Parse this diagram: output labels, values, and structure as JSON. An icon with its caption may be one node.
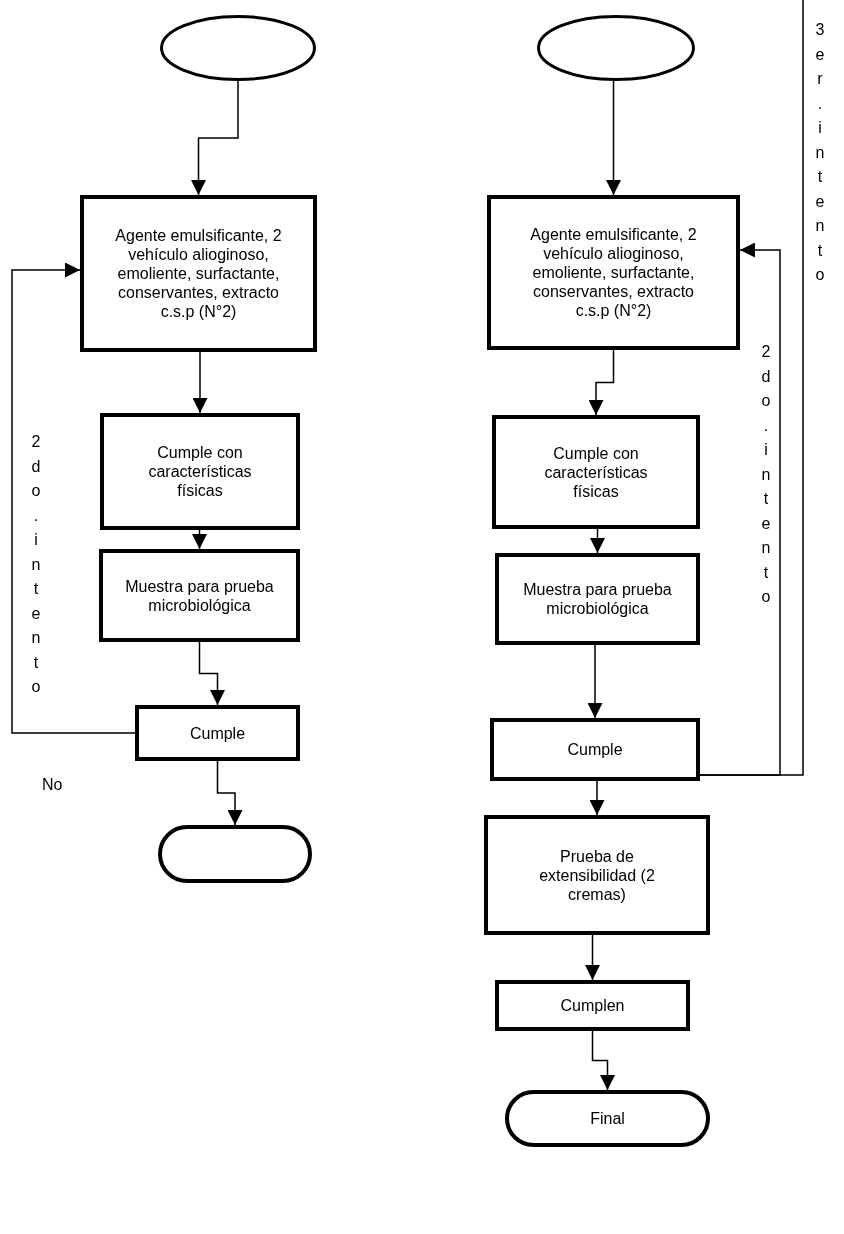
{
  "diagram": {
    "nodes": [
      {
        "text": [],
        "shape": "circle"
      },
      {
        "text": [
          "Agente emulsificante, 2 vehículo alioginoso, emoliente, surfactante, conservantes, extracto c.s.p (N°2)"
        ]
      },
      {
        "text": [
          "Cumple con características físicas"
        ]
      },
      {
        "text": [
          "Muestra para prueba microbiológica"
        ]
      },
      {
        "text": [
          "Cumple"
        ]
      },
      {
        "text": [],
        "shape": "terminator"
      },
      {
        "text": [],
        "shape": "circle"
      },
      {
        "text": [
          "Agente emulsificante, 2 vehículo alioginoso, emoliente, surfactante, conservantes, extracto c.s.p (N°2)"
        ]
      },
      {
        "text": [
          "Cumple con características físicas"
        ]
      },
      {
        "text": [
          "Muestra para prueba microbiológica"
        ]
      },
      {
        "text": [
          "Cumple"
        ]
      },
      {
        "text": [
          "Prueba de extensibilidad (2 cremas)"
        ]
      },
      {
        "text": [
          "Cumplen"
        ]
      },
      {
        "text": [
          "Final"
        ]
      }
    ],
    "edges": [
      {
        "from": 0,
        "to": 1,
        "arrow": "to"
      },
      {
        "from": 1,
        "to": 2,
        "arrow": "to"
      },
      {
        "from": 2,
        "to": 3,
        "arrow": "to"
      },
      {
        "from": 3,
        "to": 4,
        "arrow": "to"
      },
      {
        "from": 4,
        "to": 5,
        "arrow": "to"
      },
      {
        "from": 4,
        "to": 1,
        "arrow": "to",
        "label": "2do. intento"
      },
      {
        "from": 6,
        "to": 7,
        "arrow": "to"
      },
      {
        "from": 7,
        "to": 8,
        "arrow": "to"
      },
      {
        "from": 8,
        "to": 9,
        "arrow": "to"
      },
      {
        "from": 9,
        "to": 10,
        "arrow": "to"
      },
      {
        "from": 10,
        "to": 7,
        "arrow": "to",
        "label": "2do. intento"
      },
      {
        "from": 10,
        "to": null,
        "arrow": "none",
        "label": "3er. intento"
      },
      {
        "from": 10,
        "to": 11,
        "arrow": "to"
      },
      {
        "from": 11,
        "to": 12,
        "arrow": "to"
      },
      {
        "from": 12,
        "to": 13,
        "arrow": "to"
      }
    ],
    "labels": [
      "No"
    ]
  }
}
